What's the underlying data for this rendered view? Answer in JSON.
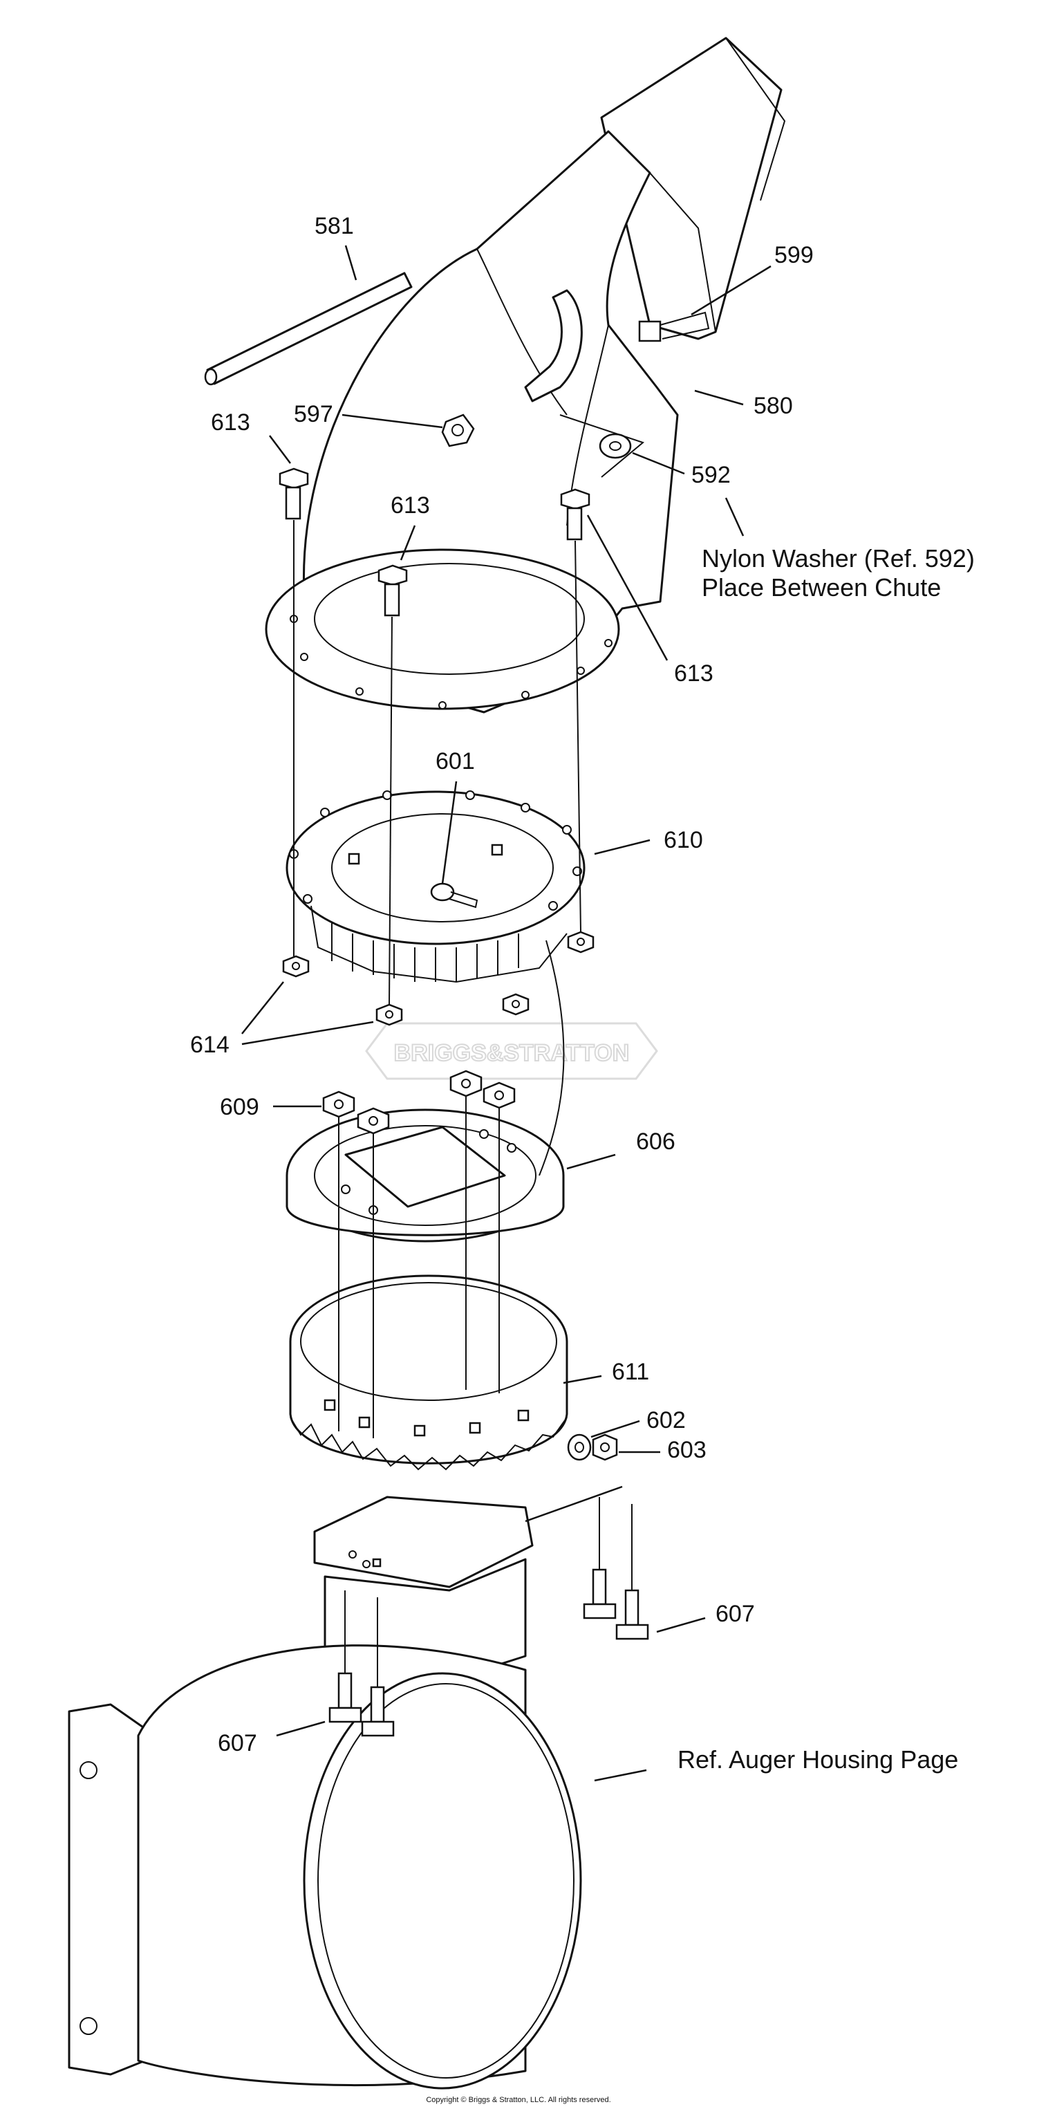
{
  "labels": {
    "p581": "581",
    "p599": "599",
    "p580": "580",
    "p597": "597",
    "p613a": "613",
    "p613b": "613",
    "p613c": "613",
    "p592": "592",
    "p601": "601",
    "p610": "610",
    "p614": "614",
    "p609": "609",
    "p606": "606",
    "p611": "611",
    "p602": "602",
    "p603": "603",
    "p607a": "607",
    "p607b": "607"
  },
  "notes": {
    "nylon_line1": "Nylon Washer (Ref. 592)",
    "nylon_line2": "Place Between Chute",
    "auger_ref": "Ref. Auger Housing Page"
  },
  "watermark": "BRIGGS&STRATTON",
  "copyright": "Copyright © Briggs & Stratton, LLC. All rights reserved."
}
